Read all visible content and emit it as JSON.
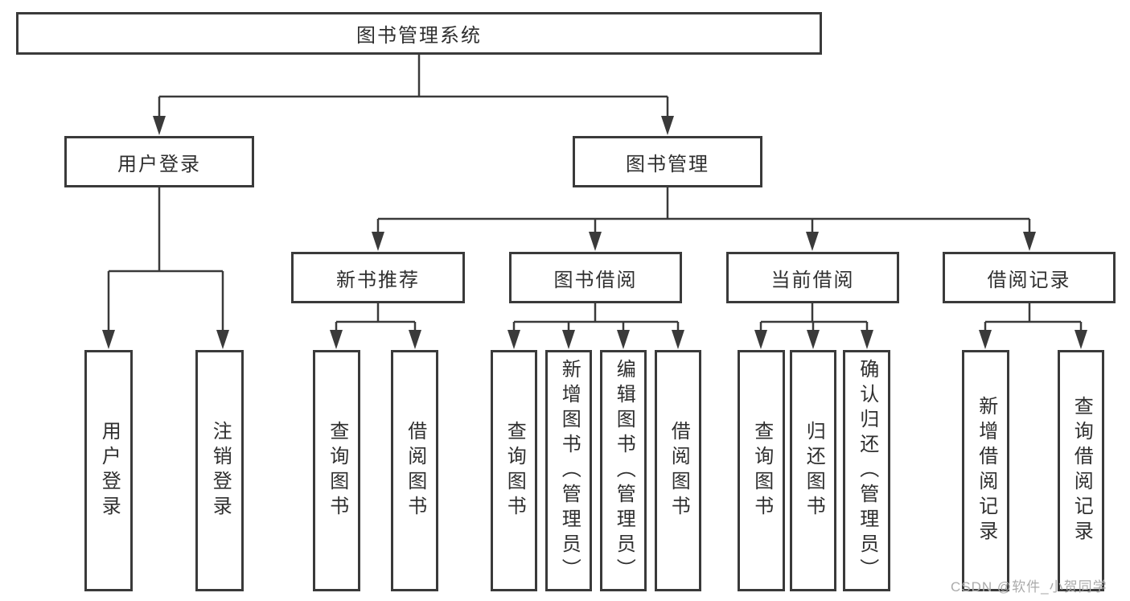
{
  "diagram": {
    "root": {
      "label": "图书管理系统"
    },
    "level2": {
      "user_login": {
        "label": "用户登录"
      },
      "book_mgmt": {
        "label": "图书管理"
      }
    },
    "level3": {
      "new_books": {
        "label": "新书推荐"
      },
      "book_borrow": {
        "label": "图书借阅"
      },
      "current_borrow": {
        "label": "当前借阅"
      },
      "borrow_records": {
        "label": "借阅记录"
      }
    },
    "leaves": {
      "user_login_leaf": {
        "label": "用户登录"
      },
      "logout": {
        "label": "注销登录"
      },
      "nb_query": {
        "label": "查询图书"
      },
      "nb_borrow": {
        "label": "借阅图书"
      },
      "bb_query": {
        "label": "查询图书"
      },
      "bb_add": {
        "label": "新增图书（管理员）"
      },
      "bb_edit": {
        "label": "编辑图书（管理员）"
      },
      "bb_borrow": {
        "label": "借阅图书"
      },
      "cb_query": {
        "label": "查询图书"
      },
      "cb_return": {
        "label": "归还图书"
      },
      "cb_confirm": {
        "label": "确认归还（管理员）"
      },
      "br_add": {
        "label": "新增借阅记录"
      },
      "br_query": {
        "label": "查询借阅记录"
      }
    },
    "watermark": "CSDN @软件_小贺同学",
    "colors": {
      "line": "#3a3a3a",
      "text": "#2f2f2f",
      "background": "#ffffff",
      "watermark": "#ababab"
    }
  }
}
